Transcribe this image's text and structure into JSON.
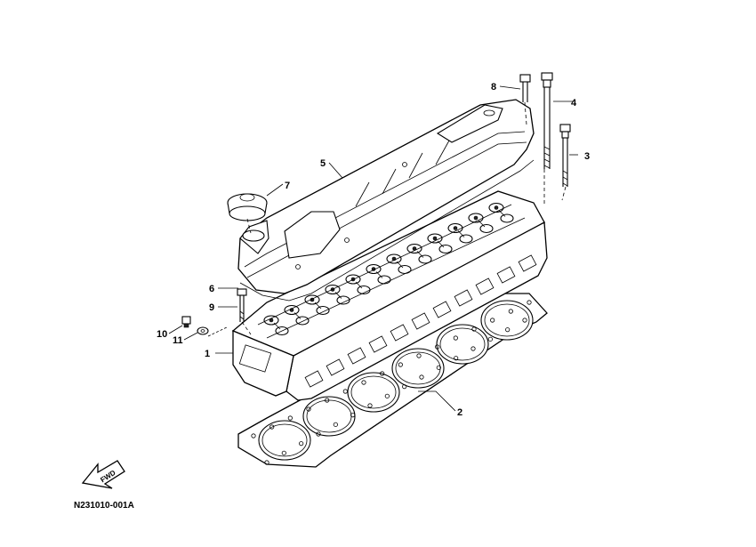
{
  "diagram_code": "N231010-001A",
  "fwd_label": "FWD",
  "callouts": [
    {
      "id": "1",
      "label": "1"
    },
    {
      "id": "2",
      "label": "2"
    },
    {
      "id": "3",
      "label": "3"
    },
    {
      "id": "4",
      "label": "4"
    },
    {
      "id": "5",
      "label": "5"
    },
    {
      "id": "6",
      "label": "6"
    },
    {
      "id": "7",
      "label": "7"
    },
    {
      "id": "8",
      "label": "8"
    },
    {
      "id": "9",
      "label": "9"
    },
    {
      "id": "10",
      "label": "10"
    },
    {
      "id": "11",
      "label": "11"
    }
  ]
}
